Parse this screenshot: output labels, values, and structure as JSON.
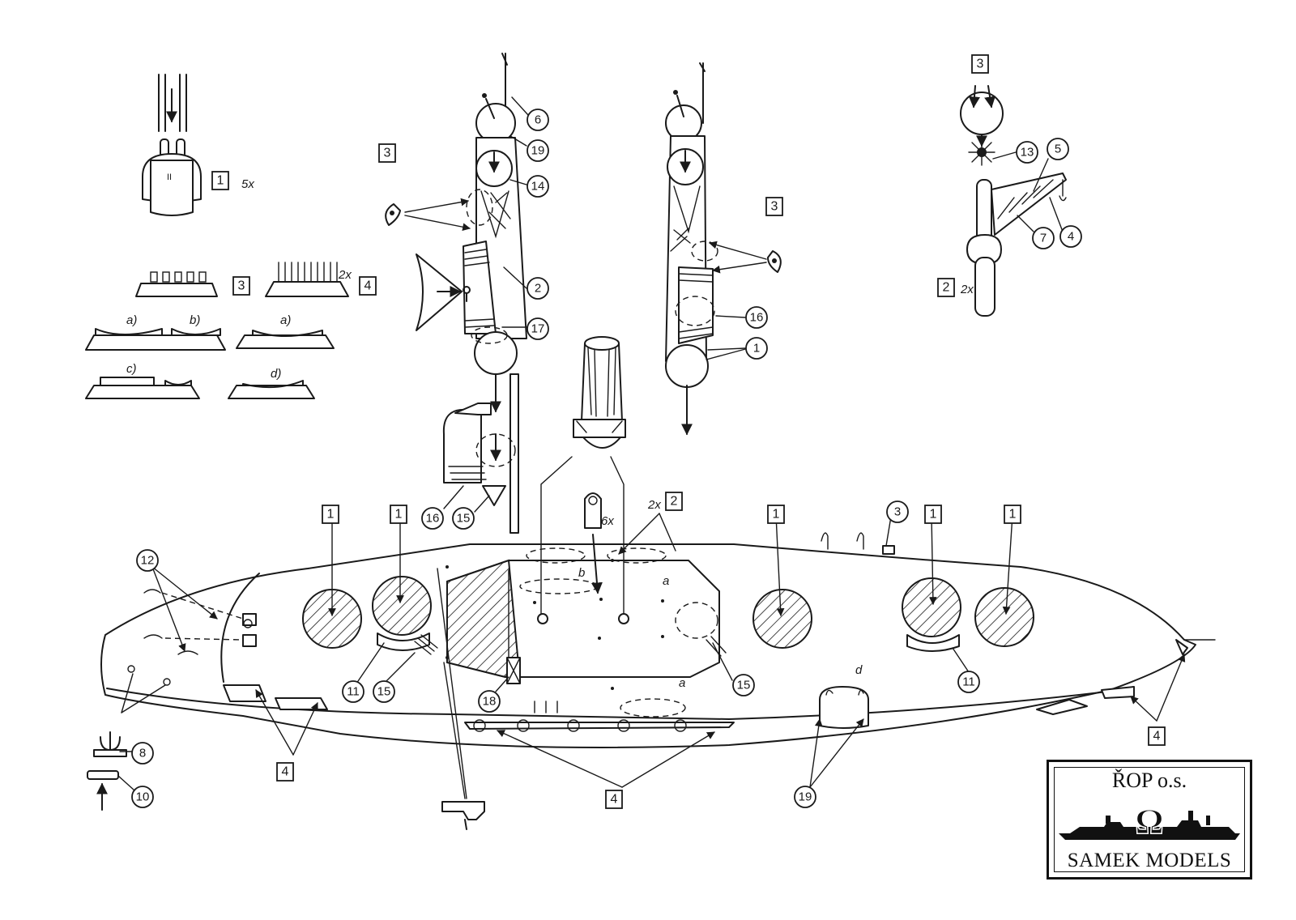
{
  "callouts": {
    "c6": "6",
    "c19a": "19",
    "c14": "14",
    "c2": "2",
    "c17": "17",
    "c1": "1",
    "c16a": "16",
    "c16b": "16",
    "c15a": "15",
    "c15b": "15",
    "c15c": "15",
    "c13": "13",
    "c5": "5",
    "c7": "7",
    "c4": "4",
    "c12": "12",
    "c11a": "11",
    "c11b": "11",
    "c18": "18",
    "c8": "8",
    "c10": "10",
    "c19b": "19",
    "c3": "3"
  },
  "boxes": {
    "b1_top": "1",
    "b3_tl": "3",
    "b4_tl": "4",
    "b3_a": "3",
    "b3_b": "3",
    "b3_c": "3",
    "b2_crane": "2",
    "b2_mid": "2",
    "b1_deck1": "1",
    "b1_deck2": "1",
    "b1_deck3": "1",
    "b1_deck4": "1",
    "b1_deck5": "1",
    "b4_bottom_left": "4",
    "b4_bottom_mid": "4",
    "b4_bottom_right": "4"
  },
  "notes": {
    "n5x": "5x",
    "n2x_a": "2x",
    "n2x_b": "2x",
    "n2x_c": "2x",
    "n6x": "6x",
    "boat_a1": "a)",
    "boat_b": "b)",
    "boat_a2": "a)",
    "boat_c": "c)",
    "boat_d": "d)",
    "deck_b": "b",
    "deck_a1": "a",
    "deck_a2": "a",
    "deck_d": "d"
  },
  "logo": {
    "top_text": "ŘOP o.s.",
    "bottom_text": "SAMEK MODELS",
    "mark": "Ω"
  }
}
